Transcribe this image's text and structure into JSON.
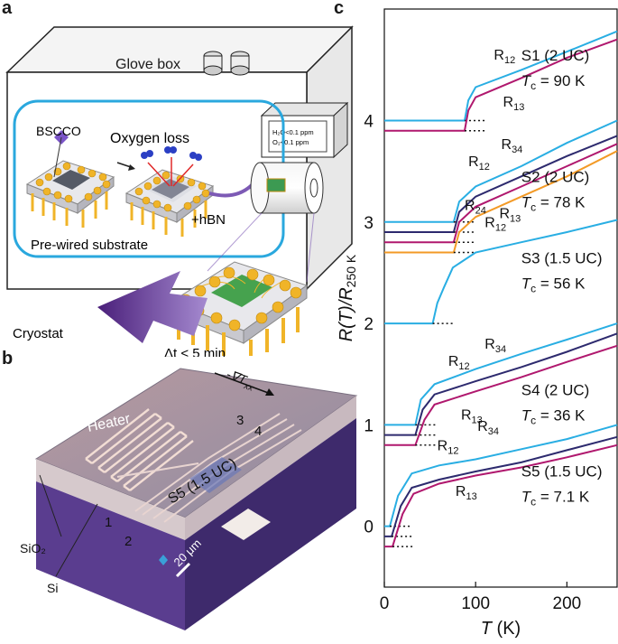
{
  "panels": {
    "a": {
      "letter": "a",
      "glove_box_label": "Glove box",
      "gauge_line1": "H₂O<0.1 ppm",
      "gauge_line2": "O₂<0.1 ppm",
      "bscco_label": "BSCCO",
      "oxygen_loss_label": "Oxygen loss",
      "hbn_label": "+hBN",
      "substrate_label": "Pre-wired substrate",
      "cryostat_label": "Cryostat",
      "time_label": "Δt < 5 min"
    },
    "b": {
      "letter": "b",
      "heater_label": "Heater",
      "gradient_label": "-∇T",
      "gradient_sub": "xx",
      "sample_label": "S5 (1.5 UC)",
      "scale_label": "20 μm",
      "sio2_label": "SiO₂",
      "si_label": "Si",
      "contact_labels": [
        "1",
        "2",
        "3",
        "4"
      ]
    },
    "c": {
      "letter": "c"
    }
  },
  "colors": {
    "r12": "#29aee3",
    "r34": "#2d2a6e",
    "r13": "#b0186e",
    "r24": "#f39a26",
    "glove_outline": "#2aa8de",
    "arrow_purple": "#6a3a9a",
    "gold": "#f0b428"
  },
  "chart_data": {
    "type": "line",
    "xlabel": "T (K)",
    "ylabel": "R(T)/R250 K",
    "xlim": [
      0,
      255
    ],
    "ylim": [
      -0.6,
      5.1
    ],
    "xticks": [
      0,
      100,
      200
    ],
    "yticks": [
      0,
      1,
      2,
      3,
      4
    ],
    "samples": [
      {
        "name": "S1 (2 UC)",
        "tc_label": "Tc = 90 K",
        "tc": 90,
        "series": [
          {
            "name": "R12",
            "values": [
              [
                0,
                4.0
              ],
              [
                88,
                4.0
              ],
              [
                92,
                4.2
              ],
              [
                100,
                4.33
              ],
              [
                150,
                4.5
              ],
              [
                200,
                4.68
              ],
              [
                255,
                4.88
              ]
            ]
          },
          {
            "name": "R13",
            "values": [
              [
                0,
                3.9
              ],
              [
                88,
                3.9
              ],
              [
                92,
                4.1
              ],
              [
                100,
                4.23
              ],
              [
                150,
                4.42
              ],
              [
                200,
                4.62
              ],
              [
                255,
                4.8
              ]
            ]
          }
        ]
      },
      {
        "name": "S2 (2 UC)",
        "tc_label": "Tc = 78 K",
        "tc": 78,
        "series": [
          {
            "name": "R12",
            "values": [
              [
                0,
                3.0
              ],
              [
                76,
                3.0
              ],
              [
                82,
                3.2
              ],
              [
                100,
                3.35
              ],
              [
                150,
                3.55
              ],
              [
                200,
                3.78
              ],
              [
                255,
                4.0
              ]
            ]
          },
          {
            "name": "R34",
            "values": [
              [
                0,
                2.9
              ],
              [
                76,
                2.9
              ],
              [
                82,
                3.1
              ],
              [
                100,
                3.25
              ],
              [
                150,
                3.45
              ],
              [
                200,
                3.65
              ],
              [
                255,
                3.85
              ]
            ]
          },
          {
            "name": "R13",
            "values": [
              [
                0,
                2.8
              ],
              [
                76,
                2.8
              ],
              [
                82,
                3.0
              ],
              [
                100,
                3.15
              ],
              [
                150,
                3.35
              ],
              [
                200,
                3.55
              ],
              [
                255,
                3.77
              ]
            ]
          },
          {
            "name": "R24",
            "values": [
              [
                0,
                2.7
              ],
              [
                76,
                2.7
              ],
              [
                82,
                2.9
              ],
              [
                100,
                3.05
              ],
              [
                150,
                3.25
              ],
              [
                200,
                3.45
              ],
              [
                255,
                3.7
              ]
            ]
          }
        ]
      },
      {
        "name": "S3 (1.5 UC)",
        "tc_label": "Tc = 56 K",
        "tc": 56,
        "series": [
          {
            "name": "R12",
            "values": [
              [
                0,
                2.0
              ],
              [
                53,
                2.0
              ],
              [
                58,
                2.2
              ],
              [
                65,
                2.35
              ],
              [
                75,
                2.55
              ],
              [
                100,
                2.7
              ],
              [
                150,
                2.8
              ],
              [
                200,
                2.9
              ],
              [
                255,
                3.02
              ]
            ]
          }
        ]
      },
      {
        "name": "S4 (2 UC)",
        "tc_label": "Tc = 36 K",
        "tc": 36,
        "series": [
          {
            "name": "R12",
            "values": [
              [
                0,
                1.0
              ],
              [
                34,
                1.0
              ],
              [
                40,
                1.25
              ],
              [
                55,
                1.4
              ],
              [
                100,
                1.55
              ],
              [
                150,
                1.7
              ],
              [
                200,
                1.84
              ],
              [
                255,
                2.0
              ]
            ]
          },
          {
            "name": "R34",
            "values": [
              [
                0,
                0.9
              ],
              [
                34,
                0.9
              ],
              [
                42,
                1.15
              ],
              [
                55,
                1.3
              ],
              [
                100,
                1.43
              ],
              [
                150,
                1.57
              ],
              [
                200,
                1.72
              ],
              [
                255,
                1.9
              ]
            ]
          },
          {
            "name": "R13",
            "values": [
              [
                0,
                0.8
              ],
              [
                34,
                0.8
              ],
              [
                44,
                1.05
              ],
              [
                55,
                1.2
              ],
              [
                100,
                1.33
              ],
              [
                150,
                1.47
              ],
              [
                200,
                1.62
              ],
              [
                255,
                1.78
              ]
            ]
          }
        ]
      },
      {
        "name": "S5 (1.5 UC)",
        "tc_label": "Tc = 7.1 K",
        "tc": 7.1,
        "series": [
          {
            "name": "R12",
            "values": [
              [
                0,
                0.0
              ],
              [
                6,
                0.0
              ],
              [
                15,
                0.3
              ],
              [
                30,
                0.52
              ],
              [
                60,
                0.6
              ],
              [
                100,
                0.66
              ],
              [
                150,
                0.76
              ],
              [
                200,
                0.86
              ],
              [
                255,
                1.0
              ]
            ]
          },
          {
            "name": "R34",
            "values": [
              [
                0,
                -0.1
              ],
              [
                8,
                -0.1
              ],
              [
                18,
                0.2
              ],
              [
                30,
                0.38
              ],
              [
                60,
                0.46
              ],
              [
                100,
                0.54
              ],
              [
                150,
                0.63
              ],
              [
                200,
                0.75
              ],
              [
                255,
                0.88
              ]
            ]
          },
          {
            "name": "R13",
            "values": [
              [
                0,
                -0.2
              ],
              [
                9,
                -0.2
              ],
              [
                20,
                0.12
              ],
              [
                32,
                0.32
              ],
              [
                60,
                0.42
              ],
              [
                100,
                0.5
              ],
              [
                150,
                0.58
              ],
              [
                200,
                0.68
              ],
              [
                255,
                0.8
              ]
            ]
          }
        ]
      }
    ]
  }
}
